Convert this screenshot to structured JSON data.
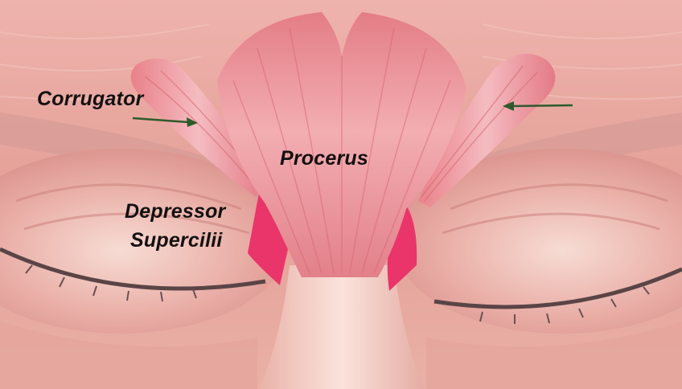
{
  "labels": {
    "corrugator": "Corrugator",
    "procerus": "Procerus",
    "depressor_line1": "Depressor",
    "depressor_line2": "Supercilii"
  },
  "colors": {
    "skin_base": "#e7a9a0",
    "muscle": "#e8858c",
    "muscle_light": "#f3b8bc",
    "depressor": "#e9356a",
    "arrow": "#2e5a2c",
    "nose": "#f6d6ce",
    "text": "#141010"
  }
}
